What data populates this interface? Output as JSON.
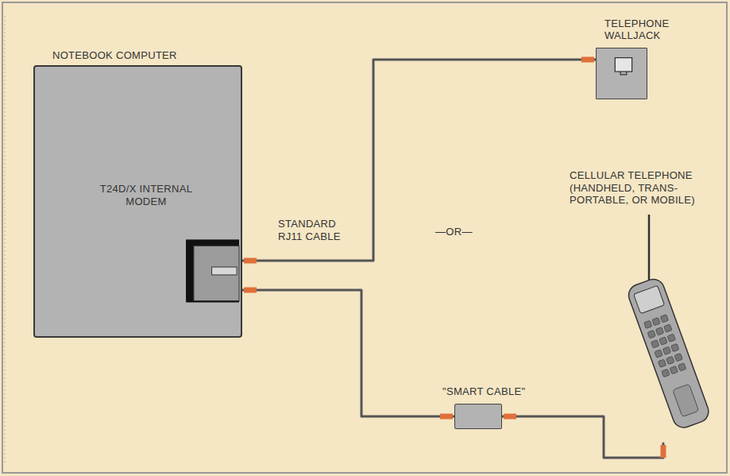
{
  "diagram": {
    "nodes": [
      {
        "text": [
          "NOTEBOOK COMPUTER",
          "T24D/X INTERNAL MODEM"
        ]
      },
      {
        "text": [
          "TELEPHONE WALLJACK"
        ]
      },
      {
        "text": [
          "\"SMART CABLE\""
        ]
      },
      {
        "text": [
          "CELLULAR TELEPHONE (HANDHELD, TRANS- PORTABLE, OR MOBILE)"
        ]
      }
    ],
    "edges": [
      {
        "from": 0,
        "to": 1,
        "arrow": "none",
        "label": "STANDARD RJ11 CABLE"
      },
      {
        "from": 0,
        "to": 2,
        "arrow": "none"
      },
      {
        "from": 2,
        "to": 3,
        "arrow": "none"
      }
    ],
    "labels": [
      "—OR—"
    ]
  }
}
